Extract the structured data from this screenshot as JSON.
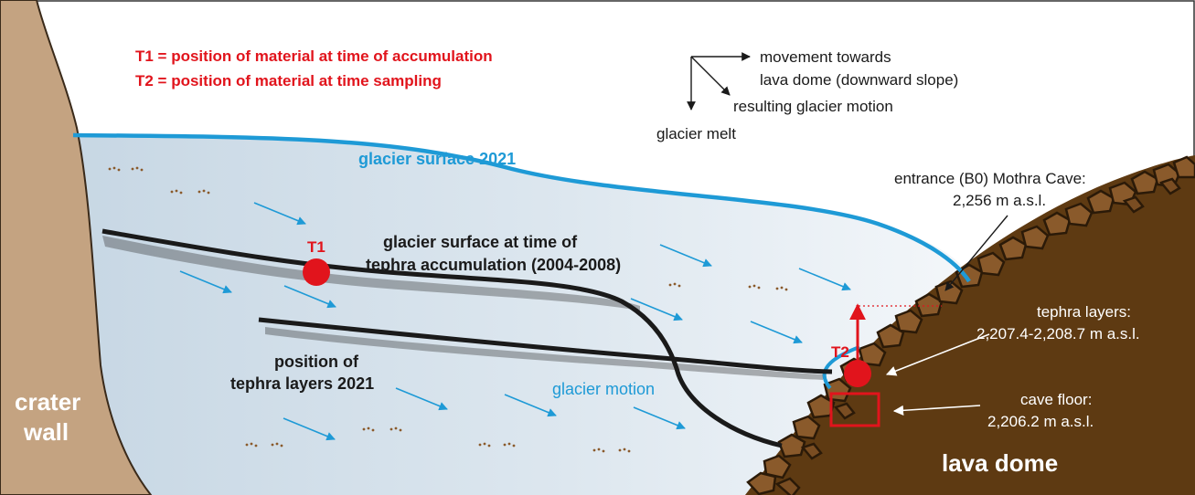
{
  "legend": {
    "t1_definition": "T1 = position of material at time of accumulation",
    "t2_definition": "T2 = position of material at time sampling"
  },
  "motion_key": {
    "horizontal_line1": "movement towards",
    "horizontal_line2": "lava dome (downward slope)",
    "diagonal": "resulting glacier motion",
    "vertical": "glacier melt"
  },
  "labels": {
    "glacier_surface_2021": "glacier surface 2021",
    "accumulation_surface_line1": "glacier surface at time of",
    "accumulation_surface_line2": "tephra accumulation (2004-2008)",
    "tephra_position_line1": "position of",
    "tephra_position_line2": "tephra layers 2021",
    "glacier_motion": "glacier motion",
    "crater_wall_line1": "crater",
    "crater_wall_line2": "wall",
    "lava_dome": "lava dome",
    "t1_marker": "T1",
    "t2_marker": "T2"
  },
  "annotations": {
    "entrance_line1": "entrance (B0) Mothra Cave:",
    "entrance_line2": "2,256 m a.s.l.",
    "tephra_layers_line1": "tephra layers:",
    "tephra_layers_line2": "2,207.4-2,208.7 m a.s.l.",
    "cave_floor_line1": "cave floor:",
    "cave_floor_line2": "2,206.2 m a.s.l."
  },
  "colors": {
    "crater_wall": "#c4a381",
    "lava_dome": "#5e3a12",
    "glacier_ice": "#d4e2ec",
    "glacier_outline": "#1e9ad6",
    "marker_red": "#e1141c",
    "layer_black": "#1a1a1a"
  }
}
